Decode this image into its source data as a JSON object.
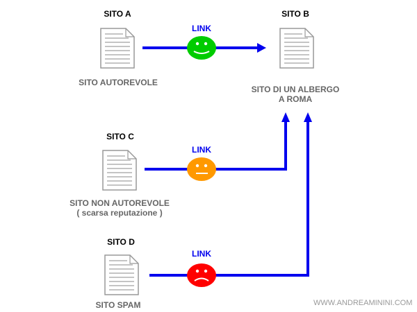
{
  "sites": [
    {
      "name": "SITO A",
      "desc": [
        "SITO AUTOREVOLE"
      ]
    },
    {
      "name": "SITO B",
      "desc": [
        "SITO DI UN ALBERGO",
        "A ROMA"
      ]
    },
    {
      "name": "SITO C",
      "desc": [
        "SITO NON AUTOREVOLE",
        "( scarsa reputazione )"
      ]
    },
    {
      "name": "SITO D",
      "desc": [
        "SITO SPAM"
      ]
    }
  ],
  "links": [
    {
      "label": "LINK",
      "from": "SITO A",
      "to": "SITO B",
      "sentiment": "happy",
      "color": "#00cc00"
    },
    {
      "label": "LINK",
      "from": "SITO C",
      "to": "SITO B",
      "sentiment": "neutral",
      "color": "#ff9900"
    },
    {
      "label": "LINK",
      "from": "SITO D",
      "to": "SITO B",
      "sentiment": "sad",
      "color": "#ff0000"
    }
  ],
  "watermark": "WWW.ANDREAMININI.COM",
  "colors": {
    "line": "#0000ee",
    "text_title": "#000000",
    "text_sub": "#666666"
  }
}
